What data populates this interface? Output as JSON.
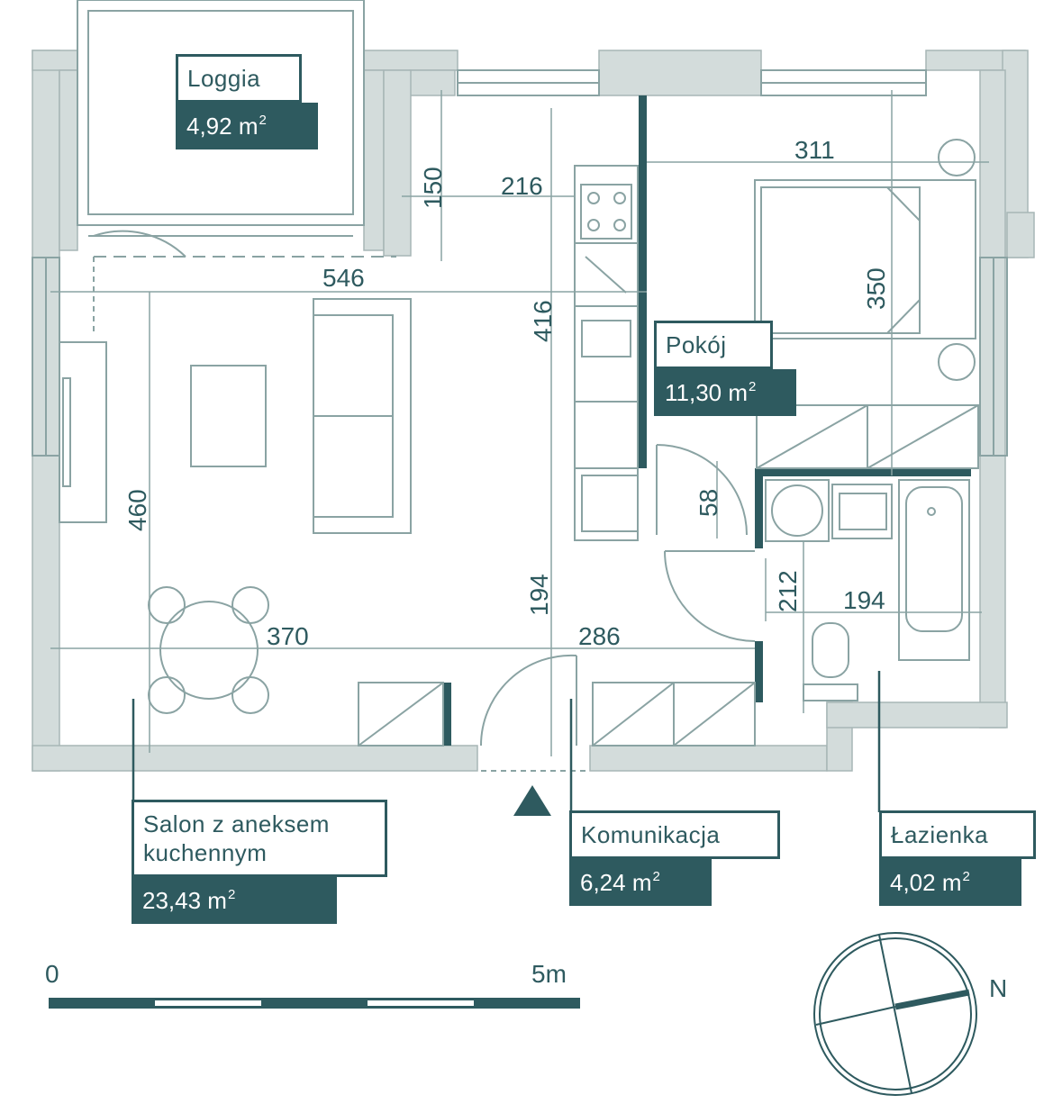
{
  "rooms": {
    "loggia": {
      "name": "Loggia",
      "area_value": "4,92 m",
      "area_unit_sup": "2"
    },
    "pokoj": {
      "name": "Pokój",
      "area_value": "11,30 m",
      "area_unit_sup": "2"
    },
    "salon": {
      "name_line1": "Salon z aneksem",
      "name_line2": "kuchennym",
      "area_value": "23,43 m",
      "area_unit_sup": "2"
    },
    "komunikacja": {
      "name": "Komunikacja",
      "area_value": "6,24 m",
      "area_unit_sup": "2"
    },
    "lazienka": {
      "name": "Łazienka",
      "area_value": "4,02 m",
      "area_unit_sup": "2"
    }
  },
  "dimensions": {
    "d311": "311",
    "d150": "150",
    "d216": "216",
    "d546": "546",
    "d416": "416",
    "d350": "350",
    "d58": "58",
    "d460": "460",
    "d212": "212",
    "d194a": "194",
    "d194b": "194",
    "d370": "370",
    "d286": "286"
  },
  "scale": {
    "start": "0",
    "end": "5m"
  },
  "compass": {
    "north_label": "N"
  },
  "colors": {
    "primary": "#2e5a5f",
    "wall": "#d3dcdb",
    "line": "#8aa3a3"
  }
}
